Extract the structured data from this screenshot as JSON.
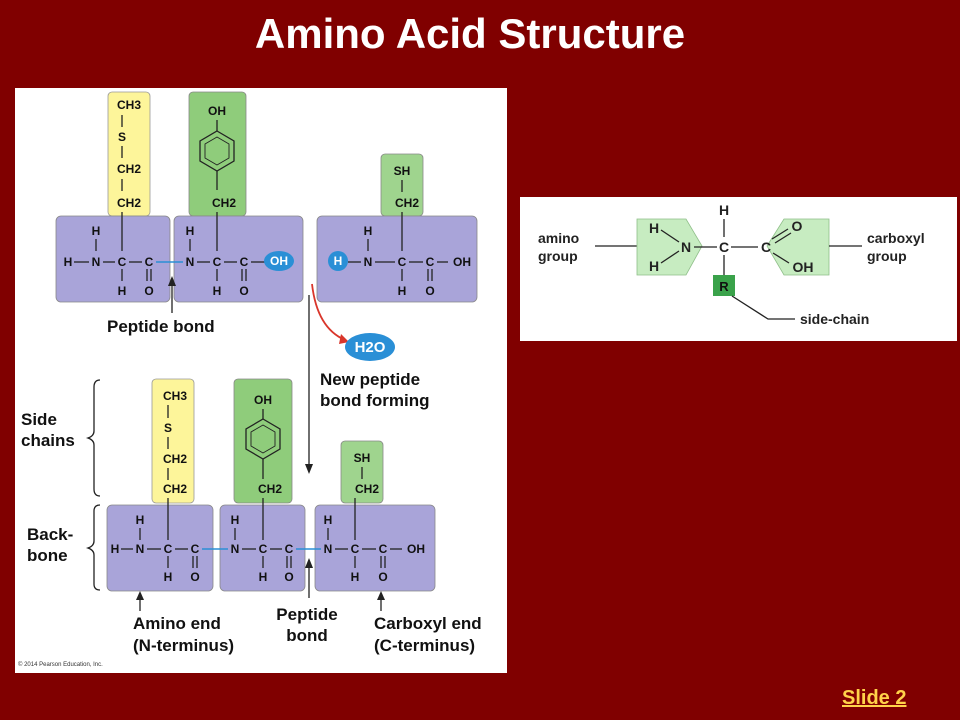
{
  "title": "Amino Acid Structure",
  "slide_link": "Slide 2",
  "main": {
    "top_chains": [
      [
        "CH3",
        "S",
        "CH2",
        "CH2"
      ],
      [
        "OH",
        "CH2"
      ],
      [
        "SH",
        "CH2"
      ]
    ],
    "bottom_chains": [
      [
        "CH3",
        "S",
        "CH2",
        "CH2"
      ],
      [
        "OH",
        "CH2"
      ],
      [
        "SH",
        "CH2"
      ]
    ],
    "atoms": {
      "H": "H",
      "N": "N",
      "C": "C",
      "O": "O",
      "OH": "OH"
    },
    "peptide_bond_top": "Peptide bond",
    "water": "H2O",
    "new_bond_line1": "New peptide",
    "new_bond_line2": "bond forming",
    "side_chains_1": "Side",
    "side_chains_2": "chains",
    "backbone_1": "Back-",
    "backbone_2": "bone",
    "amino_end_1": "Amino end",
    "amino_end_2": "(N-terminus)",
    "peptide_bottom_1": "Peptide",
    "peptide_bottom_2": "bond",
    "carboxyl_end_1": "Carboxyl end",
    "carboxyl_end_2": "(C-terminus)",
    "copyright": "© 2014 Pearson Education, Inc."
  },
  "inset": {
    "amino_1": "amino",
    "amino_2": "group",
    "carboxyl_1": "carboxyl",
    "carboxyl_2": "group",
    "side_chain": "side-chain",
    "r": "R",
    "h": "H",
    "n": "N",
    "c": "C",
    "o": "O",
    "oh": "OH"
  },
  "colors": {
    "background": "#800000",
    "backbone_box": "#a9a4d9",
    "methionine_box": "#fdf59a",
    "tyrosine_box": "#8fcc7b",
    "cysteine_box": "#9fd48e",
    "highlight": "#2a8fd6",
    "arrow_red": "#d9362b",
    "inset_green": "#c7ecc1",
    "inset_r": "#3aa24a"
  }
}
